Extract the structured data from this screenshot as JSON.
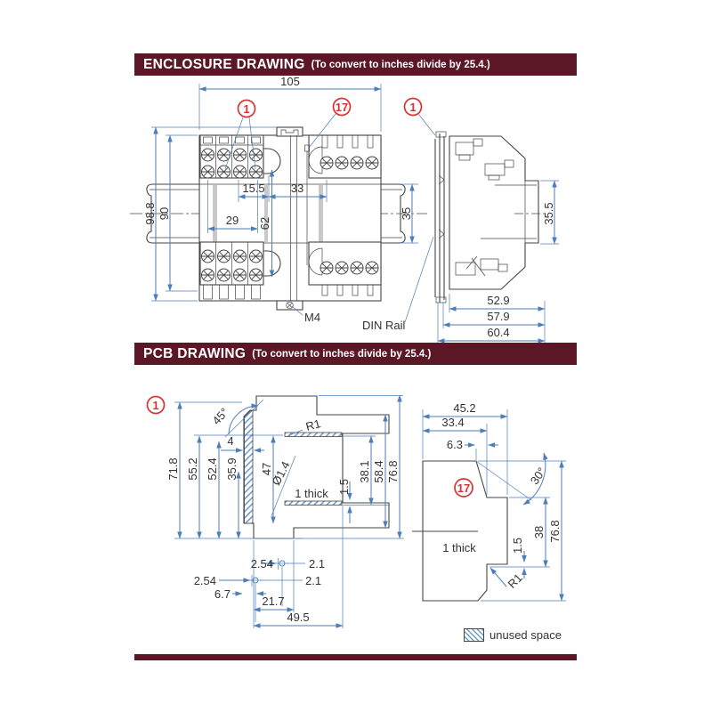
{
  "colors": {
    "header_bg": "#5C1727",
    "accent_red": "#D93434",
    "dim_blue": "#4D7EBA",
    "line_gray": "#454545"
  },
  "enclosure": {
    "title": "ENCLOSURE DRAWING",
    "note": "(To convert to inches divide by 25.4.)",
    "callout_front": "1",
    "callout_mid": "17",
    "callout_side": "1",
    "front": {
      "overall_w": "105",
      "overall_h": "98.8",
      "body_h": "90",
      "pitch1": "15.5",
      "pitch2": "33",
      "pitch3": "29",
      "row_span": "62",
      "rail_h": "35",
      "screw": "M4"
    },
    "side": {
      "can_h": "35.5",
      "depth1": "52.9",
      "depth2": "57.9",
      "depth3": "60.4",
      "rail_label": "DIN Rail"
    }
  },
  "pcb": {
    "title": "PCB DRAWING",
    "note": "(To convert to inches divide by 25.4.)",
    "callout_1": "1",
    "callout_17": "17",
    "v1": {
      "chamfer": "45°",
      "fillet": "R1",
      "slot_w": "4",
      "h_total": "71.8",
      "h2": "55.2",
      "h3": "52.4",
      "h4": "35.9",
      "h5": "47",
      "hole_dia": "Ø1.4",
      "thickness": "1 thick",
      "lip": "1.5",
      "notch_h": "38.1",
      "h_right": "58.4",
      "h_overall": "76.8",
      "pitch_a": "2.54",
      "hole_a": "2.1",
      "pitch_b": "2.54",
      "hole_b": "2.1",
      "off1": "6.7",
      "off2": "21.7",
      "off3": "49.5"
    },
    "v17": {
      "w1": "45.2",
      "w2": "33.4",
      "w3": "6.3",
      "angle": "30°",
      "thickness": "1 thick",
      "lip": "1.5",
      "notch_h": "38",
      "h_overall": "76.8",
      "fillet": "R1"
    }
  },
  "legend": {
    "label": "unused space"
  }
}
